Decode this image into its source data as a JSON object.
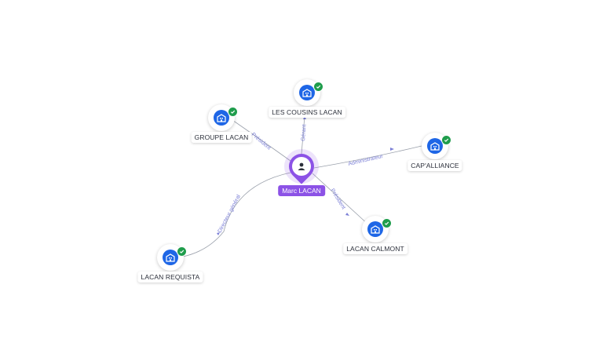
{
  "center": {
    "name": "Marc LACAN",
    "icon": "person-icon",
    "color": "#8c52e6"
  },
  "companies": [
    {
      "id": "les-cousins-lacan",
      "name": "LES COUSINS LACAN",
      "icon": "company-building-icon",
      "verified": true
    },
    {
      "id": "groupe-lacan",
      "name": "GROUPE LACAN",
      "icon": "company-building-icon",
      "verified": true
    },
    {
      "id": "capalliance",
      "name": "CAP'ALLIANCE",
      "icon": "company-building-icon",
      "verified": true
    },
    {
      "id": "lacan-calmont",
      "name": "LACAN CALMONT",
      "icon": "company-building-icon",
      "verified": true
    },
    {
      "id": "lacan-requista",
      "name": "LACAN REQUISTA",
      "icon": "company-building-icon",
      "verified": true
    }
  ],
  "relations": [
    {
      "to": "les-cousins-lacan",
      "role": "Gérant"
    },
    {
      "to": "groupe-lacan",
      "role": "Président"
    },
    {
      "to": "capalliance",
      "role": "Administrateur"
    },
    {
      "to": "lacan-calmont",
      "role": "Président"
    },
    {
      "to": "lacan-requista",
      "role": "Directeur général"
    }
  ],
  "colors": {
    "company_icon": "#1e66e6",
    "verified_badge": "#1f9d4c",
    "edge": "#9aa0ab",
    "edge_label": "#7b7fd6"
  }
}
